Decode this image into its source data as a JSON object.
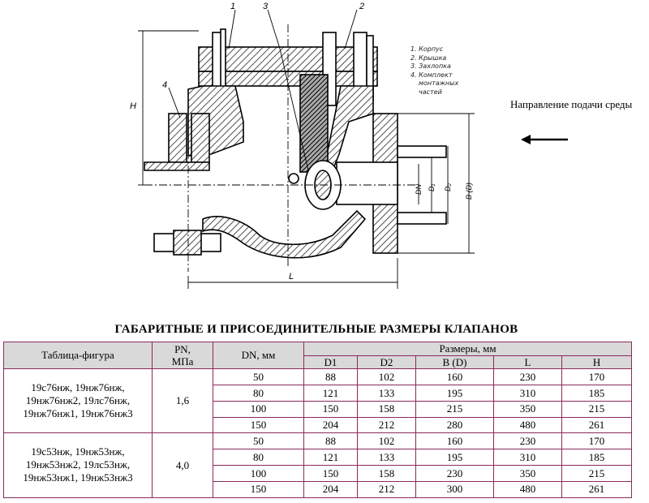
{
  "drawing": {
    "callouts": [
      "1",
      "3",
      "2",
      "4"
    ],
    "dim_labels": {
      "H": "H",
      "L": "L",
      "DN": "DN",
      "D1": "D₁",
      "D2": "D₂",
      "B": "B (D)"
    }
  },
  "legend": {
    "items": [
      "1. Корпус",
      "2. Крышка",
      "3. Захлопка",
      "4. Комплект",
      "монтажных",
      "частей"
    ]
  },
  "flow": {
    "label": "Направление подачи среды",
    "arrow_icon": "arrow-left-icon"
  },
  "table": {
    "title": "ГАБАРИТНЫЕ И ПРИСОЕДИНИТЕЛЬНЫЕ РАЗМЕРЫ КЛАПАНОВ",
    "headers": {
      "figure": "Таблица-фигура",
      "pn_line1": "PN,",
      "pn_line2": "МПа",
      "dn": "DN, мм",
      "sizes": "Размеры, мм",
      "cols": [
        "D1",
        "D2",
        "B (D)",
        "L",
        "H"
      ]
    },
    "groups": [
      {
        "figures": [
          "19с76нж, 19нж76нж,",
          "19нж76нж2, 19лс76нж,",
          "19нж76нж1, 19нж76нж3"
        ],
        "pn": "1,6",
        "rows": [
          [
            "50",
            "88",
            "102",
            "160",
            "230",
            "170"
          ],
          [
            "80",
            "121",
            "133",
            "195",
            "310",
            "185"
          ],
          [
            "100",
            "150",
            "158",
            "215",
            "350",
            "215"
          ],
          [
            "150",
            "204",
            "212",
            "280",
            "480",
            "261"
          ]
        ]
      },
      {
        "figures": [
          "19с53нж, 19нж53нж,",
          "19нж53нж2, 19лс53нж,",
          "19нж53нж1, 19нж53нж3"
        ],
        "pn": "4,0",
        "rows": [
          [
            "50",
            "88",
            "102",
            "160",
            "230",
            "170"
          ],
          [
            "80",
            "121",
            "133",
            "195",
            "310",
            "185"
          ],
          [
            "100",
            "150",
            "158",
            "230",
            "350",
            "215"
          ],
          [
            "150",
            "204",
            "212",
            "300",
            "480",
            "261"
          ]
        ]
      }
    ]
  },
  "colors": {
    "border": "#8b2a5a",
    "header_bg": "#d9d9d9"
  }
}
